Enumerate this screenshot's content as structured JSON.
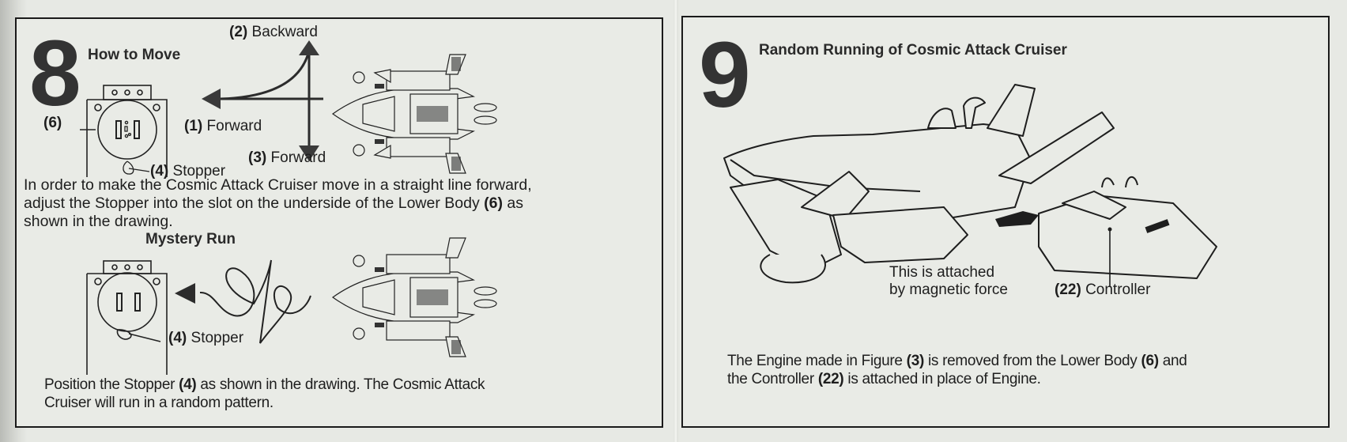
{
  "left_page": {
    "step_number": "8",
    "title": "How to Move",
    "diagram_labels": {
      "lower_body_ref": "(6)",
      "stopper_ref": "(4)",
      "stopper": "Stopper",
      "forward_1_ref": "(1)",
      "forward_1": "Forward",
      "backward_ref": "(2)",
      "backward": "Backward",
      "forward_3_ref": "(3)",
      "forward_3": "Forward"
    },
    "instruction_1": {
      "line1": "In order to make the Cosmic Attack Cruiser move in a straight line forward,",
      "line2_pre": "adjust the Stopper into the slot on the underside of the Lower Body ",
      "line2_ref": "(6)",
      "line2_post": " as",
      "line3": "shown in the drawing."
    },
    "mystery_run": {
      "title": "Mystery Run",
      "stopper_ref": "(4)",
      "stopper": "Stopper"
    },
    "instruction_2": {
      "line1_pre": "Position the Stopper ",
      "line1_ref": "(4)",
      "line1_post": " as shown in the drawing.  The Cosmic Attack",
      "line2": "Cruiser will run in a random pattern."
    }
  },
  "right_page": {
    "step_number": "9",
    "title": "Random Running of Cosmic Attack Cruiser",
    "callout_magnet": {
      "line1": "This is attached",
      "line2": "by magnetic force"
    },
    "callout_controller": {
      "ref": "(22)",
      "label": "Controller"
    },
    "instruction": {
      "line1_pre": "The Engine made in Figure ",
      "line1_ref1": "(3)",
      "line1_mid": " is removed from the Lower Body ",
      "line1_ref2": "(6)",
      "line1_post": " and",
      "line2_pre": "the Controller ",
      "line2_ref": "(22)",
      "line2_post": " is attached in place of Engine."
    }
  },
  "colors": {
    "paper": "#e7e9e4",
    "ink": "#1e1e1e",
    "step_number": "#333333"
  }
}
